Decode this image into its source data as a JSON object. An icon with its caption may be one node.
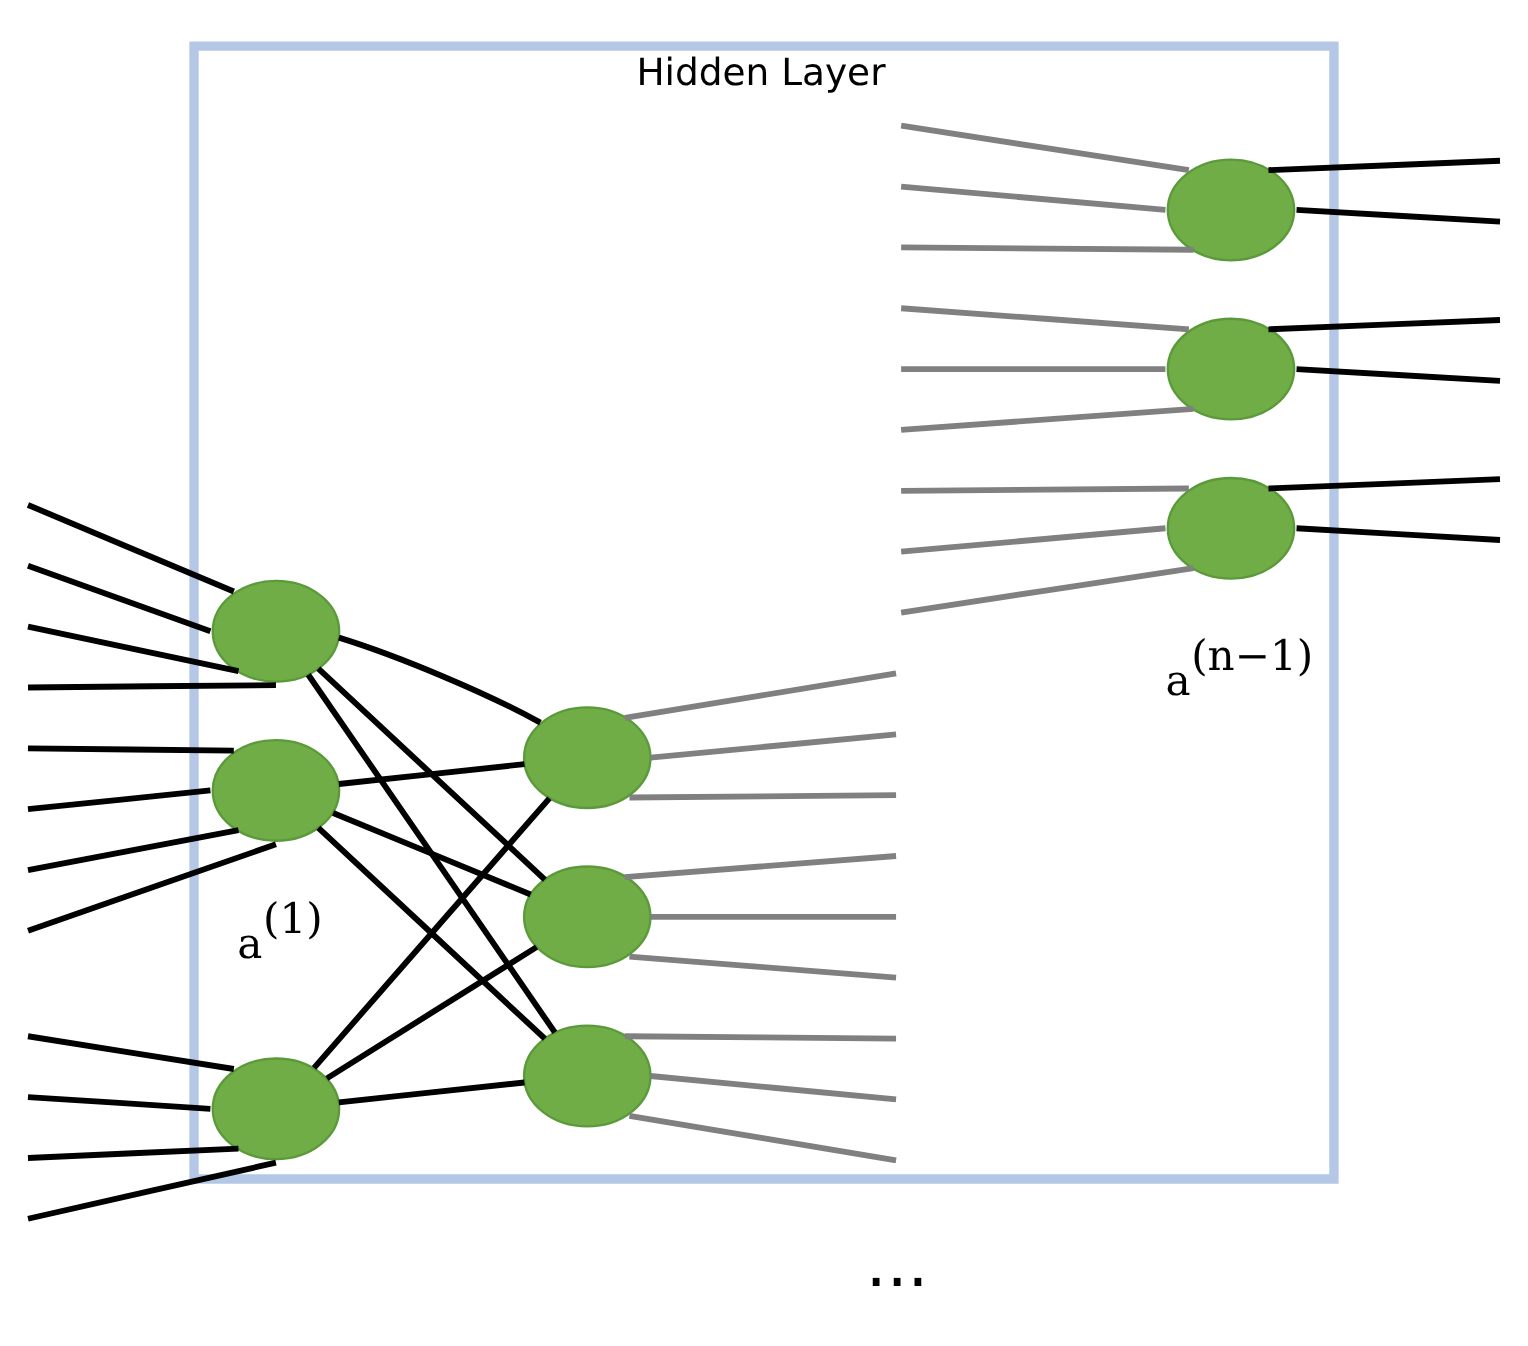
{
  "diagram": {
    "nodes": [
      {
        "text": [
          "Hidden Layer"
        ]
      },
      {
        "text": [],
        "shape": "circle",
        "in": 0,
        "beside": [
          "a$^{(1)}$"
        ]
      },
      {
        "text": [],
        "shape": "circle",
        "in": 0
      },
      {
        "text": [],
        "shape": "circle",
        "in": 0
      },
      {
        "text": [],
        "shape": "circle",
        "in": 0
      },
      {
        "text": [],
        "shape": "circle",
        "in": 0
      },
      {
        "text": [],
        "shape": "circle",
        "in": 0
      },
      {
        "text": [],
        "shape": "circle",
        "in": 0,
        "beside": [
          "a$^{(n−1)}$"
        ]
      },
      {
        "text": [],
        "shape": "circle",
        "in": 0
      },
      {
        "text": [],
        "shape": "circle",
        "in": 0
      }
    ],
    "edges": [
      {
        "from": null,
        "to": 1,
        "arrow": "none"
      },
      {
        "from": null,
        "to": 1,
        "arrow": "none"
      },
      {
        "from": null,
        "to": 1,
        "arrow": "none"
      },
      {
        "from": null,
        "to": 1,
        "arrow": "none"
      },
      {
        "from": null,
        "to": 2,
        "arrow": "none"
      },
      {
        "from": null,
        "to": 2,
        "arrow": "none"
      },
      {
        "from": null,
        "to": 2,
        "arrow": "none"
      },
      {
        "from": null,
        "to": 2,
        "arrow": "none"
      },
      {
        "from": null,
        "to": 3,
        "arrow": "none"
      },
      {
        "from": null,
        "to": 3,
        "arrow": "none"
      },
      {
        "from": null,
        "to": 3,
        "arrow": "none"
      },
      {
        "from": null,
        "to": 3,
        "arrow": "none"
      },
      {
        "from": 1,
        "to": 4,
        "arrow": "none"
      },
      {
        "from": 1,
        "to": 5,
        "arrow": "none"
      },
      {
        "from": 1,
        "to": 6,
        "arrow": "none"
      },
      {
        "from": 2,
        "to": 4,
        "arrow": "none"
      },
      {
        "from": 2,
        "to": 5,
        "arrow": "none"
      },
      {
        "from": 2,
        "to": 6,
        "arrow": "none"
      },
      {
        "from": 3,
        "to": 4,
        "arrow": "none"
      },
      {
        "from": 3,
        "to": 5,
        "arrow": "none"
      },
      {
        "from": 3,
        "to": 6,
        "arrow": "none"
      },
      {
        "from": 4,
        "to": null,
        "arrow": "none",
        "color": "#808080"
      },
      {
        "from": 4,
        "to": null,
        "arrow": "none",
        "color": "#808080"
      },
      {
        "from": 4,
        "to": null,
        "arrow": "none",
        "color": "#808080"
      },
      {
        "from": 5,
        "to": null,
        "arrow": "none",
        "color": "#808080"
      },
      {
        "from": 5,
        "to": null,
        "arrow": "none",
        "color": "#808080"
      },
      {
        "from": 5,
        "to": null,
        "arrow": "none",
        "color": "#808080"
      },
      {
        "from": 6,
        "to": null,
        "arrow": "none",
        "color": "#808080"
      },
      {
        "from": 6,
        "to": null,
        "arrow": "none",
        "color": "#808080"
      },
      {
        "from": 6,
        "to": null,
        "arrow": "none",
        "color": "#808080"
      },
      {
        "from": null,
        "to": 7,
        "arrow": "none",
        "color": "#808080"
      },
      {
        "from": null,
        "to": 7,
        "arrow": "none",
        "color": "#808080"
      },
      {
        "from": null,
        "to": 7,
        "arrow": "none",
        "color": "#808080"
      },
      {
        "from": null,
        "to": 8,
        "arrow": "none",
        "color": "#808080"
      },
      {
        "from": null,
        "to": 8,
        "arrow": "none",
        "color": "#808080"
      },
      {
        "from": null,
        "to": 8,
        "arrow": "none",
        "color": "#808080"
      },
      {
        "from": null,
        "to": 9,
        "arrow": "none",
        "color": "#808080"
      },
      {
        "from": null,
        "to": 9,
        "arrow": "none",
        "color": "#808080"
      },
      {
        "from": null,
        "to": 9,
        "arrow": "none",
        "color": "#808080"
      },
      {
        "from": 7,
        "to": null,
        "arrow": "none"
      },
      {
        "from": 7,
        "to": null,
        "arrow": "none"
      },
      {
        "from": 8,
        "to": null,
        "arrow": "none"
      },
      {
        "from": 8,
        "to": null,
        "arrow": "none"
      },
      {
        "from": 9,
        "to": null,
        "arrow": "none"
      },
      {
        "from": 9,
        "to": null,
        "arrow": "none"
      }
    ],
    "labels": [
      "..."
    ]
  }
}
